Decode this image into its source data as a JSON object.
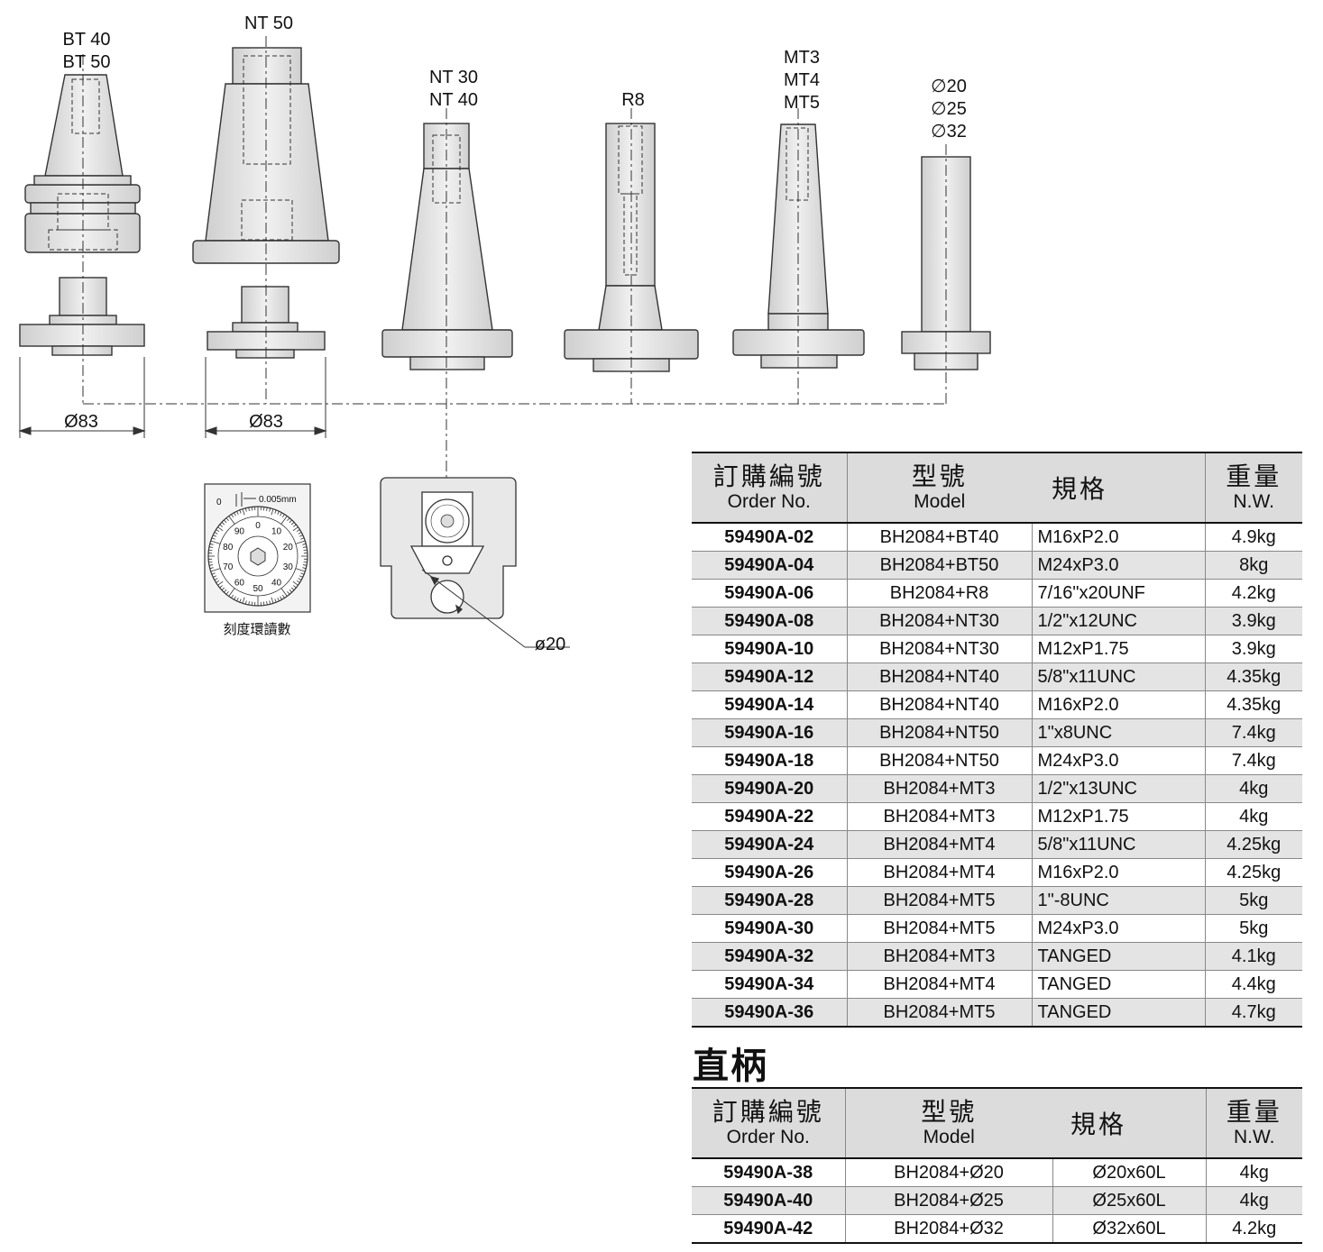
{
  "drawing": {
    "labels": {
      "bt40": "BT 40",
      "bt50": "BT 50",
      "nt50": "NT 50",
      "nt30": "NT 30",
      "nt40": "NT 40",
      "r8": "R8",
      "mt3": "MT3",
      "mt4": "MT4",
      "mt5": "MT5",
      "d20": "∅20",
      "d25": "∅25",
      "d32": "∅32",
      "dim1": "Ø83",
      "dim2": "Ø83",
      "hole": "ø20",
      "dial_caption": "刻度環讀數",
      "dial_unit": "0.005mm",
      "dial_zero": "0"
    },
    "dial_numbers": [
      "0",
      "10",
      "20",
      "30",
      "40",
      "50",
      "60",
      "70",
      "80",
      "90"
    ]
  },
  "table1": {
    "headers": {
      "order_zh": "訂購編號",
      "order_en": "Order No.",
      "model_zh": "型號",
      "model_en": "Model",
      "spec_zh": "規格",
      "nw_zh": "重量",
      "nw_en": "N.W."
    },
    "rows": [
      {
        "order": "59490A-02",
        "model": "BH2084+BT40",
        "spec": "M16xP2.0",
        "nw": "4.9kg"
      },
      {
        "order": "59490A-04",
        "model": "BH2084+BT50",
        "spec": "M24xP3.0",
        "nw": "8kg"
      },
      {
        "order": "59490A-06",
        "model": "BH2084+R8",
        "spec": "7/16\"x20UNF",
        "nw": "4.2kg"
      },
      {
        "order": "59490A-08",
        "model": "BH2084+NT30",
        "spec": "1/2\"x12UNC",
        "nw": "3.9kg"
      },
      {
        "order": "59490A-10",
        "model": "BH2084+NT30",
        "spec": "M12xP1.75",
        "nw": "3.9kg"
      },
      {
        "order": "59490A-12",
        "model": "BH2084+NT40",
        "spec": "5/8\"x11UNC",
        "nw": "4.35kg"
      },
      {
        "order": "59490A-14",
        "model": "BH2084+NT40",
        "spec": "M16xP2.0",
        "nw": "4.35kg"
      },
      {
        "order": "59490A-16",
        "model": "BH2084+NT50",
        "spec": "1\"x8UNC",
        "nw": "7.4kg"
      },
      {
        "order": "59490A-18",
        "model": "BH2084+NT50",
        "spec": "M24xP3.0",
        "nw": "7.4kg"
      },
      {
        "order": "59490A-20",
        "model": "BH2084+MT3",
        "spec": "1/2\"x13UNC",
        "nw": "4kg"
      },
      {
        "order": "59490A-22",
        "model": "BH2084+MT3",
        "spec": "M12xP1.75",
        "nw": "4kg"
      },
      {
        "order": "59490A-24",
        "model": "BH2084+MT4",
        "spec": "5/8\"x11UNC",
        "nw": "4.25kg"
      },
      {
        "order": "59490A-26",
        "model": "BH2084+MT4",
        "spec": "M16xP2.0",
        "nw": "4.25kg"
      },
      {
        "order": "59490A-28",
        "model": "BH2084+MT5",
        "spec": "1\"-8UNC",
        "nw": "5kg"
      },
      {
        "order": "59490A-30",
        "model": "BH2084+MT5",
        "spec": "M24xP3.0",
        "nw": "5kg"
      },
      {
        "order": "59490A-32",
        "model": "BH2084+MT3",
        "spec": "TANGED",
        "nw": "4.1kg"
      },
      {
        "order": "59490A-34",
        "model": "BH2084+MT4",
        "spec": "TANGED",
        "nw": "4.4kg"
      },
      {
        "order": "59490A-36",
        "model": "BH2084+MT5",
        "spec": "TANGED",
        "nw": "4.7kg"
      }
    ]
  },
  "section2": {
    "title": "直柄"
  },
  "table2": {
    "headers": {
      "order_zh": "訂購編號",
      "order_en": "Order No.",
      "model_zh": "型號",
      "model_en": "Model",
      "spec_zh": "規格",
      "nw_zh": "重量",
      "nw_en": "N.W."
    },
    "rows": [
      {
        "order": "59490A-38",
        "model": "BH2084+Ø20",
        "spec": "Ø20x60L",
        "nw": "4kg"
      },
      {
        "order": "59490A-40",
        "model": "BH2084+Ø25",
        "spec": "Ø25x60L",
        "nw": "4kg"
      },
      {
        "order": "59490A-42",
        "model": "BH2084+Ø32",
        "spec": "Ø32x60L",
        "nw": "4.2kg"
      }
    ]
  },
  "colors": {
    "part_fill": "#e6e6e6",
    "part_stroke": "#333333",
    "header_bg": "#dcdcdc",
    "alt_row": "#e4e4e4"
  }
}
